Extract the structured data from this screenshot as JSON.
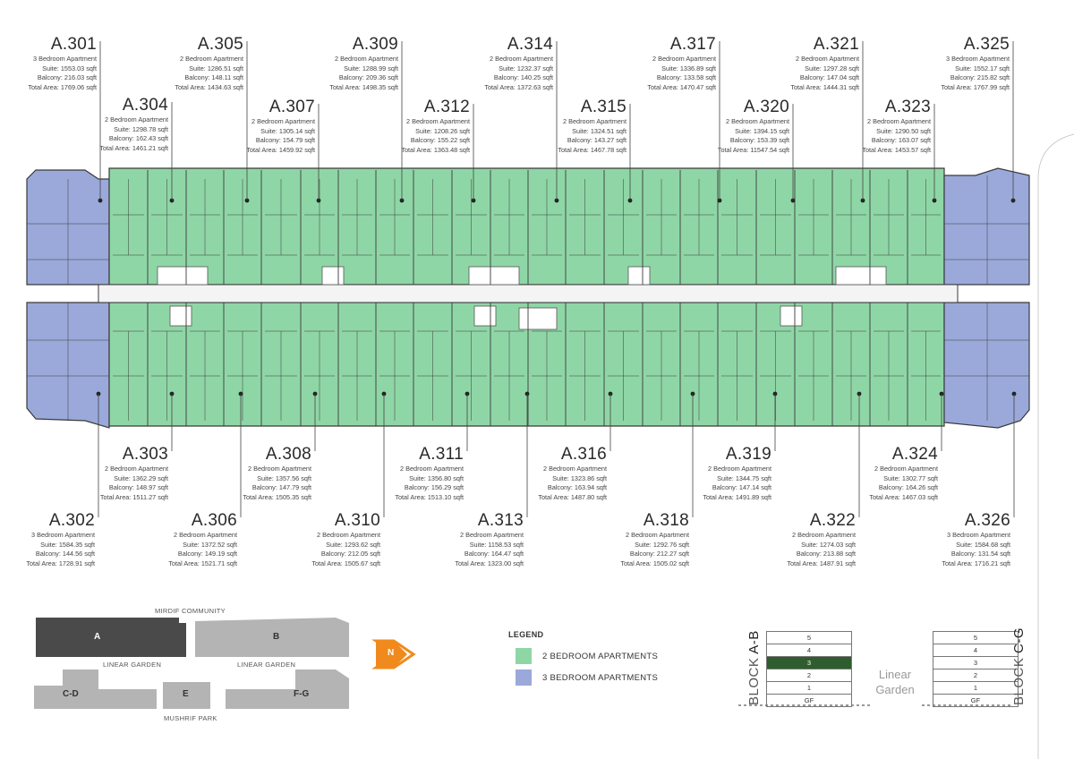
{
  "colors": {
    "two_bedroom": "#8fd6a6",
    "three_bedroom": "#9aa9da",
    "corridor": "#ffffff",
    "wall": "#3a3a3a",
    "site_active": "#4a4a4a",
    "site_inactive": "#b4b4b4",
    "north_arrow": "#f08a1c",
    "active_floor": "#2f5d2f"
  },
  "units_top": [
    {
      "id": "A.301",
      "type": "3 Bedroom Apartment",
      "suite": "Suite: 1553.03 sqft",
      "balcony": "Balcony: 216.03 sqft",
      "total": "Total Area: 1769.06 sqft"
    },
    {
      "id": "A.304",
      "type": "2 Bedroom Apartment",
      "suite": "Suite: 1298.78 sqft",
      "balcony": "Balcony: 162.43 sqft",
      "total": "Total Area: 1461.21 sqft"
    },
    {
      "id": "A.305",
      "type": "2 Bedroom Apartment",
      "suite": "Suite: 1286.51 sqft",
      "balcony": "Balcony: 148.11 sqft",
      "total": "Total Area: 1434.63 sqft"
    },
    {
      "id": "A.307",
      "type": "2 Bedroom Apartment",
      "suite": "Suite: 1305.14 sqft",
      "balcony": "Balcony: 154.79 sqft",
      "total": "Total Area: 1459.92 sqft"
    },
    {
      "id": "A.309",
      "type": "2 Bedroom Apartment",
      "suite": "Suite: 1288.99 sqft",
      "balcony": "Balcony: 209.36 sqft",
      "total": "Total Area: 1498.35 sqft"
    },
    {
      "id": "A.312",
      "type": "2 Bedroom Apartment",
      "suite": "Suite: 1208.26 sqft",
      "balcony": "Balcony: 155.22 sqft",
      "total": "Total Area: 1363.48 sqft"
    },
    {
      "id": "A.314",
      "type": "2 Bedroom Apartment",
      "suite": "Suite: 1232.37 sqft",
      "balcony": "Balcony: 140.25 sqft",
      "total": "Total Area: 1372.63 sqft"
    },
    {
      "id": "A.315",
      "type": "2 Bedroom Apartment",
      "suite": "Suite: 1324.51 sqft",
      "balcony": "Balcony: 143.27 sqft",
      "total": "Total Area: 1467.78 sqft"
    },
    {
      "id": "A.317",
      "type": "2 Bedroom Apartment",
      "suite": "Suite: 1336.89 sqft",
      "balcony": "Balcony: 133.58 sqft",
      "total": "Total Area: 1470.47 sqft"
    },
    {
      "id": "A.320",
      "type": "2 Bedroom Apartment",
      "suite": "Suite: 1394.15 sqft",
      "balcony": "Balcony: 153.39 sqft",
      "total": "Total Area: 11547.54 sqft"
    },
    {
      "id": "A.321",
      "type": "2 Bedroom Apartment",
      "suite": "Suite: 1297.28 sqft",
      "balcony": "Balcony: 147.04 sqft",
      "total": "Total Area: 1444.31 sqft"
    },
    {
      "id": "A.323",
      "type": "2 Bedroom Apartment",
      "suite": "Suite: 1290.50 sqft",
      "balcony": "Balcony: 163.07 sqft",
      "total": "Total Area: 1453.57 sqft"
    },
    {
      "id": "A.325",
      "type": "3 Bedroom Apartment",
      "suite": "Suite: 1552.17 sqft",
      "balcony": "Balcony: 215.82 sqft",
      "total": "Total Area: 1767.99 sqft"
    }
  ],
  "units_bottom": [
    {
      "id": "A.303",
      "type": "2 Bedroom Apartment",
      "suite": "Suite: 1362.29 sqft",
      "balcony": "Balcony: 148.97 sqft",
      "total": "Total Area: 1511.27 sqft"
    },
    {
      "id": "A.308",
      "type": "2 Bedroom Apartment",
      "suite": "Suite: 1357.56 sqft",
      "balcony": "Balcony: 147.79 sqft",
      "total": "Total Area: 1505.35 sqft"
    },
    {
      "id": "A.311",
      "type": "2 Bedroom Apartment",
      "suite": "Suite: 1356.80 sqft",
      "balcony": "Balcony: 156.29 sqft",
      "total": "Total Area: 1513.10 sqft"
    },
    {
      "id": "A.316",
      "type": "2 Bedroom Apartment",
      "suite": "Suite: 1323.86 sqft",
      "balcony": "Balcony: 163.94 sqft",
      "total": "Total Area: 1487.80 sqft"
    },
    {
      "id": "A.319",
      "type": "2 Bedroom Apartment",
      "suite": "Suite: 1344.75 sqft",
      "balcony": "Balcony: 147.14 sqft",
      "total": "Total Area: 1491.89 sqft"
    },
    {
      "id": "A.324",
      "type": "2 Bedroom Apartment",
      "suite": "Suite: 1302.77 sqft",
      "balcony": "Balcony: 164.26 sqft",
      "total": "Total Area: 1467.03 sqft"
    },
    {
      "id": "A.302",
      "type": "3 Bedroom Apartment",
      "suite": "Suite: 1584.35 sqft",
      "balcony": "Balcony: 144.56 sqft",
      "total": "Total Area: 1728.91 sqft"
    },
    {
      "id": "A.306",
      "type": "2 Bedroom Apartment",
      "suite": "Suite: 1372.52 sqft",
      "balcony": "Balcony: 149.19 sqft",
      "total": "Total Area: 1521.71 sqft"
    },
    {
      "id": "A.310",
      "type": "2 Bedroom Apartment",
      "suite": "Suite: 1293.62 sqft",
      "balcony": "Balcony: 212.05 sqft",
      "total": "Total Area: 1505.67 sqft"
    },
    {
      "id": "A.313",
      "type": "2 Bedroom Apartment",
      "suite": "Suite: 1158.53 sqft",
      "balcony": "Balcony: 164.47 sqft",
      "total": "Total Area: 1323.00 sqft"
    },
    {
      "id": "A.318",
      "type": "2 Bedroom Apartment",
      "suite": "Suite: 1292.76 sqft",
      "balcony": "Balcony: 212.27 sqft",
      "total": "Total Area: 1505.02 sqft"
    },
    {
      "id": "A.322",
      "type": "2 Bedroom Apartment",
      "suite": "Suite: 1274.03 sqft",
      "balcony": "Balcony: 213.88 sqft",
      "total": "Total Area: 1487.91 sqft"
    },
    {
      "id": "A.326",
      "type": "3 Bedroom Apartment",
      "suite": "Suite: 1584.68 sqft",
      "balcony": "Balcony: 131.54 sqft",
      "total": "Total Area: 1716.21 sqft"
    }
  ],
  "legend": {
    "title": "LEGEND",
    "two_bed": "2 BEDROOM APARTMENTS",
    "three_bed": "3 BEDROOM APARTMENTS"
  },
  "site_plan": {
    "top_road": "MIRDIF COMMUNITY",
    "garden_left": "LINEAR GARDEN",
    "garden_right": "LINEAR GARDEN",
    "bottom_road": "MUSHRIF PARK",
    "blocks": [
      "A",
      "B",
      "C-D",
      "E",
      "F-G"
    ],
    "north": "N"
  },
  "floor_stack": {
    "floors": [
      "5",
      "4",
      "3",
      "2",
      "1",
      "GF"
    ],
    "active": "3",
    "left_label_prefix": "BLOCK ",
    "left_label_block": "A-B",
    "right_label_prefix": "BLOCK ",
    "right_label_block": "C-G",
    "garden": "Linear Garden"
  }
}
